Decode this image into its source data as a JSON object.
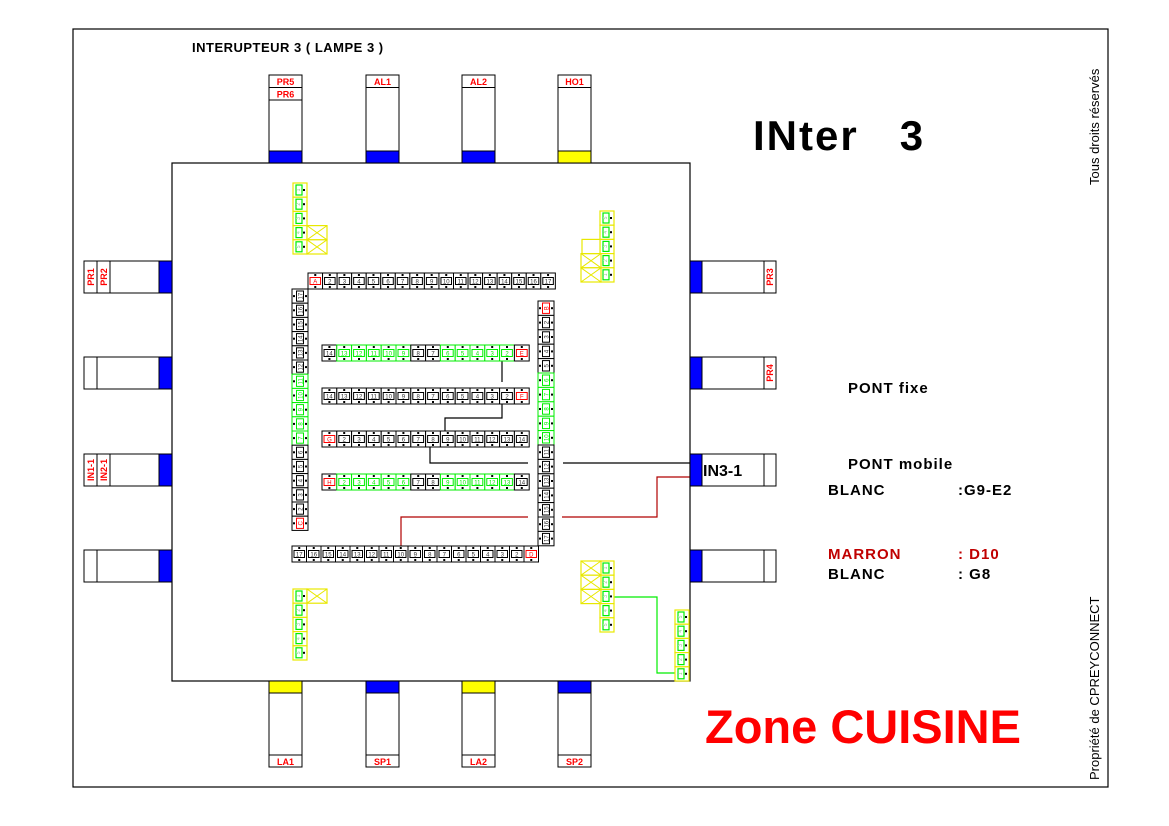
{
  "header": {
    "title": "INTERUPTEUR 3 ( LAMPE 3 )",
    "big_title": "INter   3"
  },
  "colors": {
    "blue": "#0000ff",
    "yellow": "#ffff00",
    "red": "#ff0000",
    "green": "#00ee00",
    "maroon": "#c00000"
  },
  "connectors": {
    "top": [
      {
        "labels": [
          "PR5",
          "PR6"
        ],
        "band": "blue"
      },
      {
        "labels": [
          "AL1"
        ],
        "band": "blue"
      },
      {
        "labels": [
          "AL2"
        ],
        "band": "blue"
      },
      {
        "labels": [
          "HO1"
        ],
        "band": "yellow"
      }
    ],
    "bottom": [
      {
        "labels": [
          "LA1"
        ],
        "band": "yellow"
      },
      {
        "labels": [
          "SP1"
        ],
        "band": "blue"
      },
      {
        "labels": [
          "LA2"
        ],
        "band": "yellow"
      },
      {
        "labels": [
          "SP2"
        ],
        "band": "blue"
      }
    ],
    "left": [
      {
        "labels": [
          "PR1",
          "PR2"
        ],
        "band": "blue"
      },
      {
        "labels": [],
        "band": "blue"
      },
      {
        "labels": [
          "IN1-1",
          "IN2-1"
        ],
        "band": "blue"
      },
      {
        "labels": [],
        "band": "blue"
      }
    ],
    "right": [
      {
        "labels": [
          "PR3"
        ],
        "band": "blue"
      },
      {
        "labels": [
          "PR4"
        ],
        "band": "blue"
      },
      {
        "labels": [],
        "band": "blue",
        "big_label": "IN3-1"
      },
      {
        "labels": [],
        "band": "blue"
      }
    ]
  },
  "strips": {
    "top": {
      "labels": [
        "A",
        "2",
        "3",
        "4",
        "5",
        "6",
        "7",
        "8",
        "9",
        "10",
        "11",
        "12",
        "13",
        "14",
        "15",
        "16",
        "17"
      ],
      "states": "rkkkkkkkkkkkkkkkk"
    },
    "left": {
      "labels": [
        "17",
        "16",
        "15",
        "14",
        "13",
        "12",
        "11",
        "10",
        "9",
        "8",
        "7",
        "6",
        "5",
        "4",
        "3",
        "2",
        "C"
      ],
      "states": "kkkkkkgggggkkkkkr"
    },
    "right": {
      "labels": [
        "B",
        "2",
        "3",
        "4",
        "5",
        "6",
        "7",
        "8",
        "9",
        "10",
        "11",
        "12",
        "13",
        "14",
        "15",
        "16",
        "17"
      ],
      "states": "rkkkkgggggkkkkkkk"
    },
    "bottom": {
      "labels": [
        "17",
        "16",
        "15",
        "14",
        "13",
        "12",
        "11",
        "10",
        "9",
        "8",
        "7",
        "6",
        "5",
        "4",
        "3",
        "2",
        "D"
      ],
      "states": "kkkkkkkkkkkkkkkkr"
    },
    "E": {
      "labels": [
        "14",
        "13",
        "12",
        "11",
        "10",
        "9",
        "8",
        "7",
        "6",
        "5",
        "4",
        "3",
        "2",
        "E"
      ],
      "states": "kgggggkkgggggr"
    },
    "F": {
      "labels": [
        "14",
        "13",
        "12",
        "11",
        "10",
        "9",
        "8",
        "7",
        "6",
        "5",
        "4",
        "3",
        "2",
        "F"
      ],
      "states": "kkkkkkkkkkkkkr"
    },
    "G": {
      "labels": [
        "G",
        "2",
        "3",
        "4",
        "5",
        "6",
        "7",
        "8",
        "9",
        "10",
        "11",
        "12",
        "13",
        "14"
      ],
      "states": "rkkkkkkkkkkkkk"
    },
    "H": {
      "labels": [
        "H",
        "2",
        "3",
        "4",
        "5",
        "6",
        "7",
        "8",
        "9",
        "10",
        "11",
        "12",
        "13",
        "14"
      ],
      "states": "rgggggkkgggggk"
    }
  },
  "small_blocks": {
    "top_left": [
      "1",
      "2",
      "3",
      "4",
      "5"
    ],
    "top_right": [
      "5",
      "4",
      "3",
      "2",
      "1"
    ],
    "bottom_left": [
      "1",
      "2",
      "3",
      "4",
      "5"
    ],
    "bottom_right": [
      "1",
      "2",
      "3",
      "4",
      "5"
    ],
    "bottom_right_2": [
      "5",
      "4",
      "3",
      "2",
      "1"
    ]
  },
  "legend": {
    "pont_fixe": "PONT fixe",
    "pont_mobile": "PONT mobile",
    "blanc_1_label": "BLANC",
    "blanc_1_value": ":G9-E2",
    "marron_label": "MARRON",
    "marron_value": ": D10",
    "blanc_2_label": "BLANC",
    "blanc_2_value": ": G8"
  },
  "zone": "Zone CUISINE",
  "rights": "Tous droits réservés",
  "owner": "Propriété de CPREYCONNECT"
}
